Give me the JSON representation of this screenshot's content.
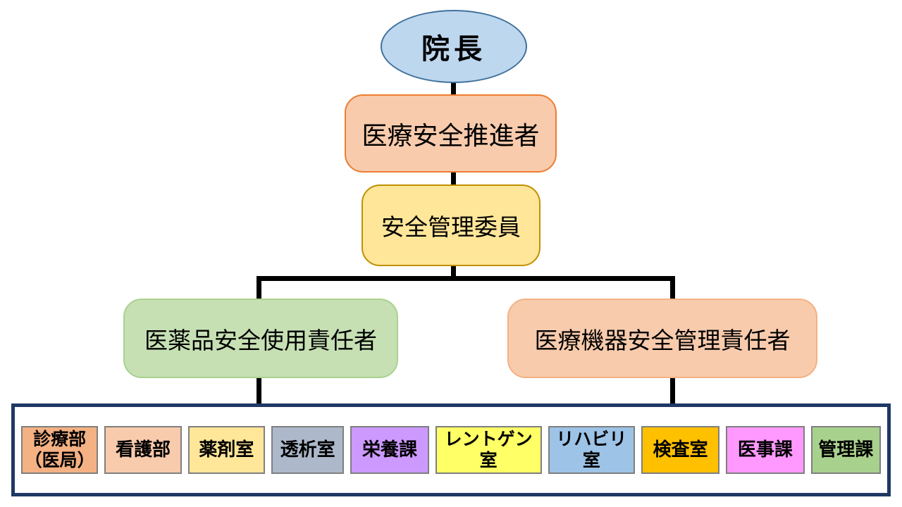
{
  "diagram": {
    "kind": "organization-chart",
    "connector_color": "#000000",
    "nodes": {
      "director": {
        "label": "院長",
        "fill": "#BDD7EE",
        "border": "#41719C"
      },
      "safety_promoter": {
        "label": "医療安全推進者",
        "fill": "#F8CBAD",
        "border": "#ED7D31"
      },
      "safety_committee": {
        "label": "安全管理委員",
        "fill": "#FFE699",
        "border": "#BF9000"
      },
      "drug_safety_manager": {
        "label": "医薬品安全使用責任者",
        "fill": "#C6E0B4",
        "border": "#A9D18E"
      },
      "device_safety_manager": {
        "label": "医療機器安全管理責任者",
        "fill": "#F8CBAD",
        "border": "#F4B183"
      }
    },
    "departments": {
      "container_border_color": "#1F3864",
      "box_border_color": "#7F7F7F",
      "items": [
        {
          "label": "診療部\n（医局）",
          "fill": "#F4B183"
        },
        {
          "label": "看護部",
          "fill": "#F8CBAD"
        },
        {
          "label": "薬剤室",
          "fill": "#FFE699"
        },
        {
          "label": "透析室",
          "fill": "#ADB9CA"
        },
        {
          "label": "栄養課",
          "fill": "#CC99FF"
        },
        {
          "label": "レントゲン室",
          "fill": "#FFFF66"
        },
        {
          "label": "リハビリ室",
          "fill": "#9DC3E6"
        },
        {
          "label": "検査室",
          "fill": "#FFC000"
        },
        {
          "label": "医事課",
          "fill": "#FF99FF"
        },
        {
          "label": "管理課",
          "fill": "#A9D18E"
        }
      ]
    }
  }
}
